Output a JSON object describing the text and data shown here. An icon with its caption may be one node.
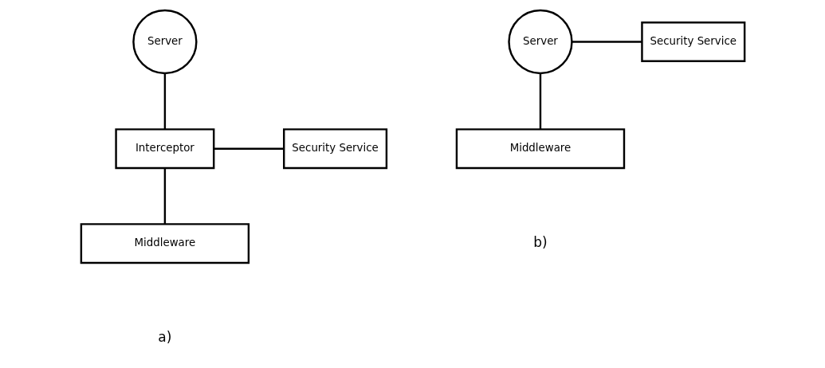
{
  "diagram": {
    "nodes": [
      {
        "text": [
          "Server"
        ]
      },
      {
        "text": [
          "Interceptor"
        ]
      },
      {
        "text": [
          "Security Service"
        ]
      },
      {
        "text": [
          "Middleware"
        ]
      },
      {
        "text": [
          "Server"
        ]
      },
      {
        "text": [
          "Security Service"
        ]
      },
      {
        "text": [
          "Middleware"
        ]
      }
    ],
    "edges": [
      {
        "from": 0,
        "to": 1,
        "arrow": "none"
      },
      {
        "from": 1,
        "to": 2,
        "arrow": "none"
      },
      {
        "from": 1,
        "to": 3,
        "arrow": "none"
      },
      {
        "from": 4,
        "to": 5,
        "arrow": "none"
      },
      {
        "from": 4,
        "to": 6,
        "arrow": "none"
      }
    ],
    "labels": [
      "a)",
      "b)"
    ]
  }
}
